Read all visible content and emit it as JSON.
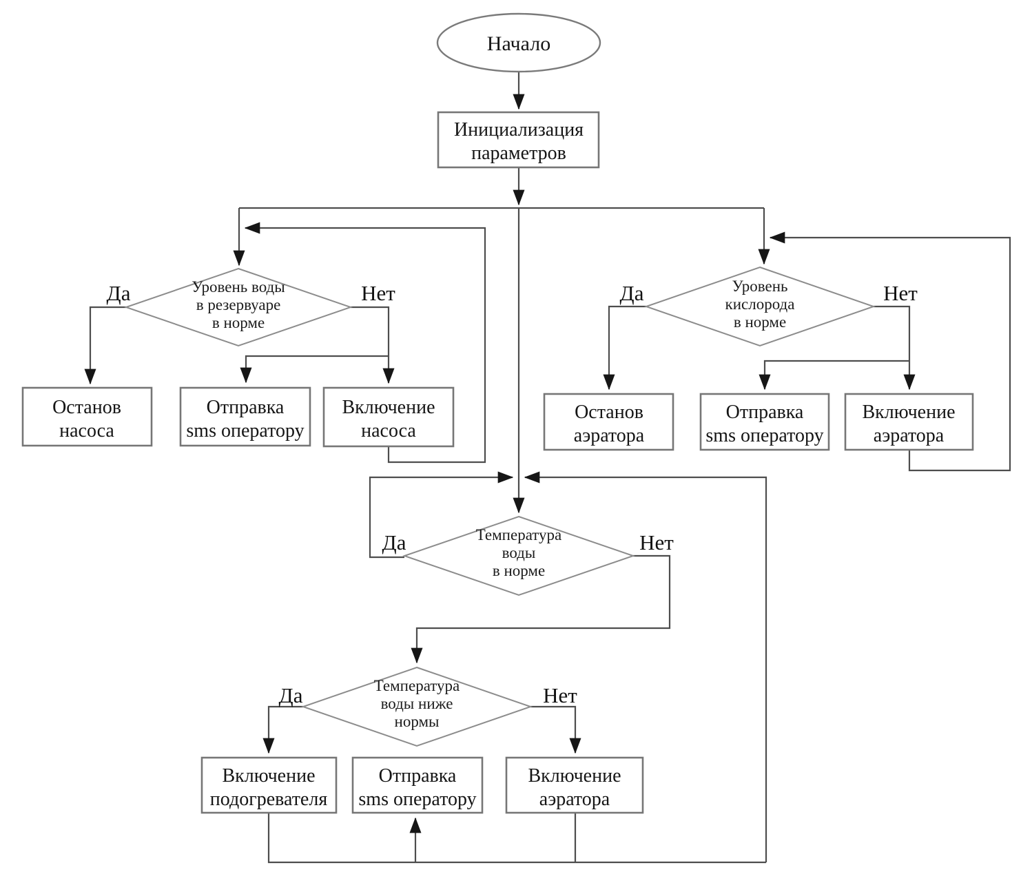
{
  "diagram": {
    "title": "Flowchart of fish-farm monitoring control algorithm (Russian)",
    "labels": {
      "yes": "Да",
      "no": "Нет"
    },
    "nodes": {
      "start": {
        "label": "Начало"
      },
      "init": {
        "lines": [
          "Инициализация",
          "параметров"
        ]
      },
      "decision_water_level": {
        "lines": [
          "Уровень воды",
          "в резервуаре",
          "в норме"
        ]
      },
      "stop_pump": {
        "lines": [
          "Останов",
          "насоса"
        ]
      },
      "sms_operator_1": {
        "lines": [
          "Отправка",
          "sms оператору"
        ]
      },
      "pump_on": {
        "lines": [
          "Включение",
          "насоса"
        ]
      },
      "decision_oxygen_level": {
        "lines": [
          "Уровень",
          "кислорода",
          "в норме"
        ]
      },
      "stop_aerator": {
        "lines": [
          "Останов",
          "аэратора"
        ]
      },
      "sms_operator_2": {
        "lines": [
          "Отправка",
          "sms оператору"
        ]
      },
      "aerator_on_1": {
        "lines": [
          "Включение",
          "аэратора"
        ]
      },
      "decision_temp_normal": {
        "lines": [
          "Температура",
          "воды",
          "в норме"
        ]
      },
      "decision_temp_low": {
        "lines": [
          "Температура",
          "воды ниже",
          "нормы"
        ]
      },
      "heater_on": {
        "lines": [
          "Включение",
          "подогревателя"
        ]
      },
      "sms_operator_3": {
        "lines": [
          "Отправка",
          "sms оператору"
        ]
      },
      "aerator_on_2": {
        "lines": [
          "Включение",
          "аэратора"
        ]
      }
    },
    "colors": {
      "background": "#ffffff",
      "line": "#4d4d4d",
      "box_border": "#767676",
      "diamond_border": "#8c8c8c",
      "arrowhead": "#161616",
      "text": "#151515"
    }
  }
}
